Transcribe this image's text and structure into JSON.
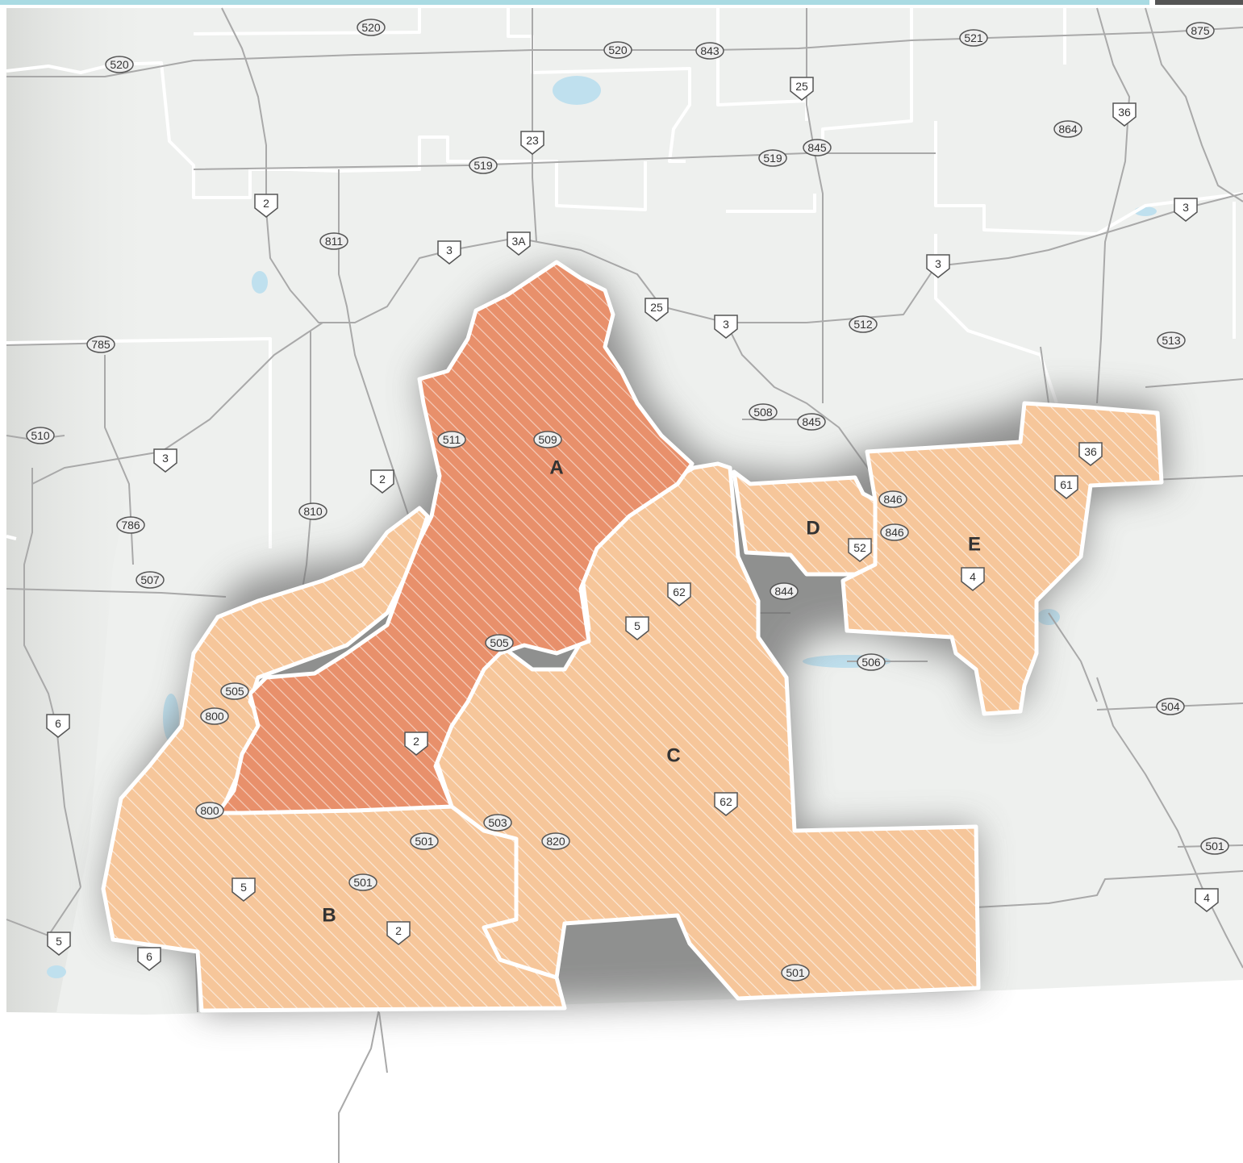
{
  "colors": {
    "zone_high": "#e8906b",
    "zone_moderate": "#f6c69a",
    "land": "#eef0ee",
    "road": "#a9a9a9",
    "boundary": "#ffffff",
    "water": "#bfe0ee",
    "top_bar": "#a9dbe3",
    "top_bar_dark": "#555555"
  },
  "zones": {
    "A": {
      "label": "A",
      "level": "high"
    },
    "B": {
      "label": "B",
      "level": "moderate"
    },
    "C": {
      "label": "C",
      "level": "moderate"
    },
    "D": {
      "label": "D",
      "level": "moderate"
    },
    "E": {
      "label": "E",
      "level": "moderate"
    }
  },
  "route_markers": [
    {
      "num": "520",
      "kind": "county"
    },
    {
      "num": "520",
      "kind": "county"
    },
    {
      "num": "520",
      "kind": "county"
    },
    {
      "num": "843",
      "kind": "county"
    },
    {
      "num": "521",
      "kind": "county"
    },
    {
      "num": "875",
      "kind": "county"
    },
    {
      "num": "25",
      "kind": "state"
    },
    {
      "num": "36",
      "kind": "state"
    },
    {
      "num": "864",
      "kind": "county"
    },
    {
      "num": "23",
      "kind": "state"
    },
    {
      "num": "519",
      "kind": "county"
    },
    {
      "num": "519",
      "kind": "county"
    },
    {
      "num": "845",
      "kind": "county"
    },
    {
      "num": "2",
      "kind": "state"
    },
    {
      "num": "811",
      "kind": "county"
    },
    {
      "num": "3",
      "kind": "state"
    },
    {
      "num": "3A",
      "kind": "state"
    },
    {
      "num": "3",
      "kind": "state"
    },
    {
      "num": "3",
      "kind": "state"
    },
    {
      "num": "25",
      "kind": "state"
    },
    {
      "num": "3",
      "kind": "state"
    },
    {
      "num": "512",
      "kind": "county"
    },
    {
      "num": "513",
      "kind": "county"
    },
    {
      "num": "785",
      "kind": "county"
    },
    {
      "num": "510",
      "kind": "county"
    },
    {
      "num": "3",
      "kind": "state"
    },
    {
      "num": "511",
      "kind": "county"
    },
    {
      "num": "509",
      "kind": "county"
    },
    {
      "num": "508",
      "kind": "county"
    },
    {
      "num": "845",
      "kind": "county"
    },
    {
      "num": "2",
      "kind": "state"
    },
    {
      "num": "810",
      "kind": "county"
    },
    {
      "num": "786",
      "kind": "county"
    },
    {
      "num": "507",
      "kind": "county"
    },
    {
      "num": "36",
      "kind": "state"
    },
    {
      "num": "846",
      "kind": "county"
    },
    {
      "num": "61",
      "kind": "state"
    },
    {
      "num": "846",
      "kind": "county"
    },
    {
      "num": "52",
      "kind": "state"
    },
    {
      "num": "4",
      "kind": "state"
    },
    {
      "num": "844",
      "kind": "county"
    },
    {
      "num": "62",
      "kind": "state"
    },
    {
      "num": "5",
      "kind": "state"
    },
    {
      "num": "505",
      "kind": "county"
    },
    {
      "num": "506",
      "kind": "county"
    },
    {
      "num": "505",
      "kind": "county"
    },
    {
      "num": "800",
      "kind": "county"
    },
    {
      "num": "6",
      "kind": "state"
    },
    {
      "num": "504",
      "kind": "county"
    },
    {
      "num": "2",
      "kind": "state"
    },
    {
      "num": "62",
      "kind": "state"
    },
    {
      "num": "800",
      "kind": "county"
    },
    {
      "num": "503",
      "kind": "county"
    },
    {
      "num": "501",
      "kind": "county"
    },
    {
      "num": "820",
      "kind": "county"
    },
    {
      "num": "501",
      "kind": "county"
    },
    {
      "num": "501",
      "kind": "county"
    },
    {
      "num": "5",
      "kind": "state"
    },
    {
      "num": "4",
      "kind": "state"
    },
    {
      "num": "2",
      "kind": "state"
    },
    {
      "num": "5",
      "kind": "state"
    },
    {
      "num": "6",
      "kind": "state"
    },
    {
      "num": "501",
      "kind": "county"
    }
  ]
}
